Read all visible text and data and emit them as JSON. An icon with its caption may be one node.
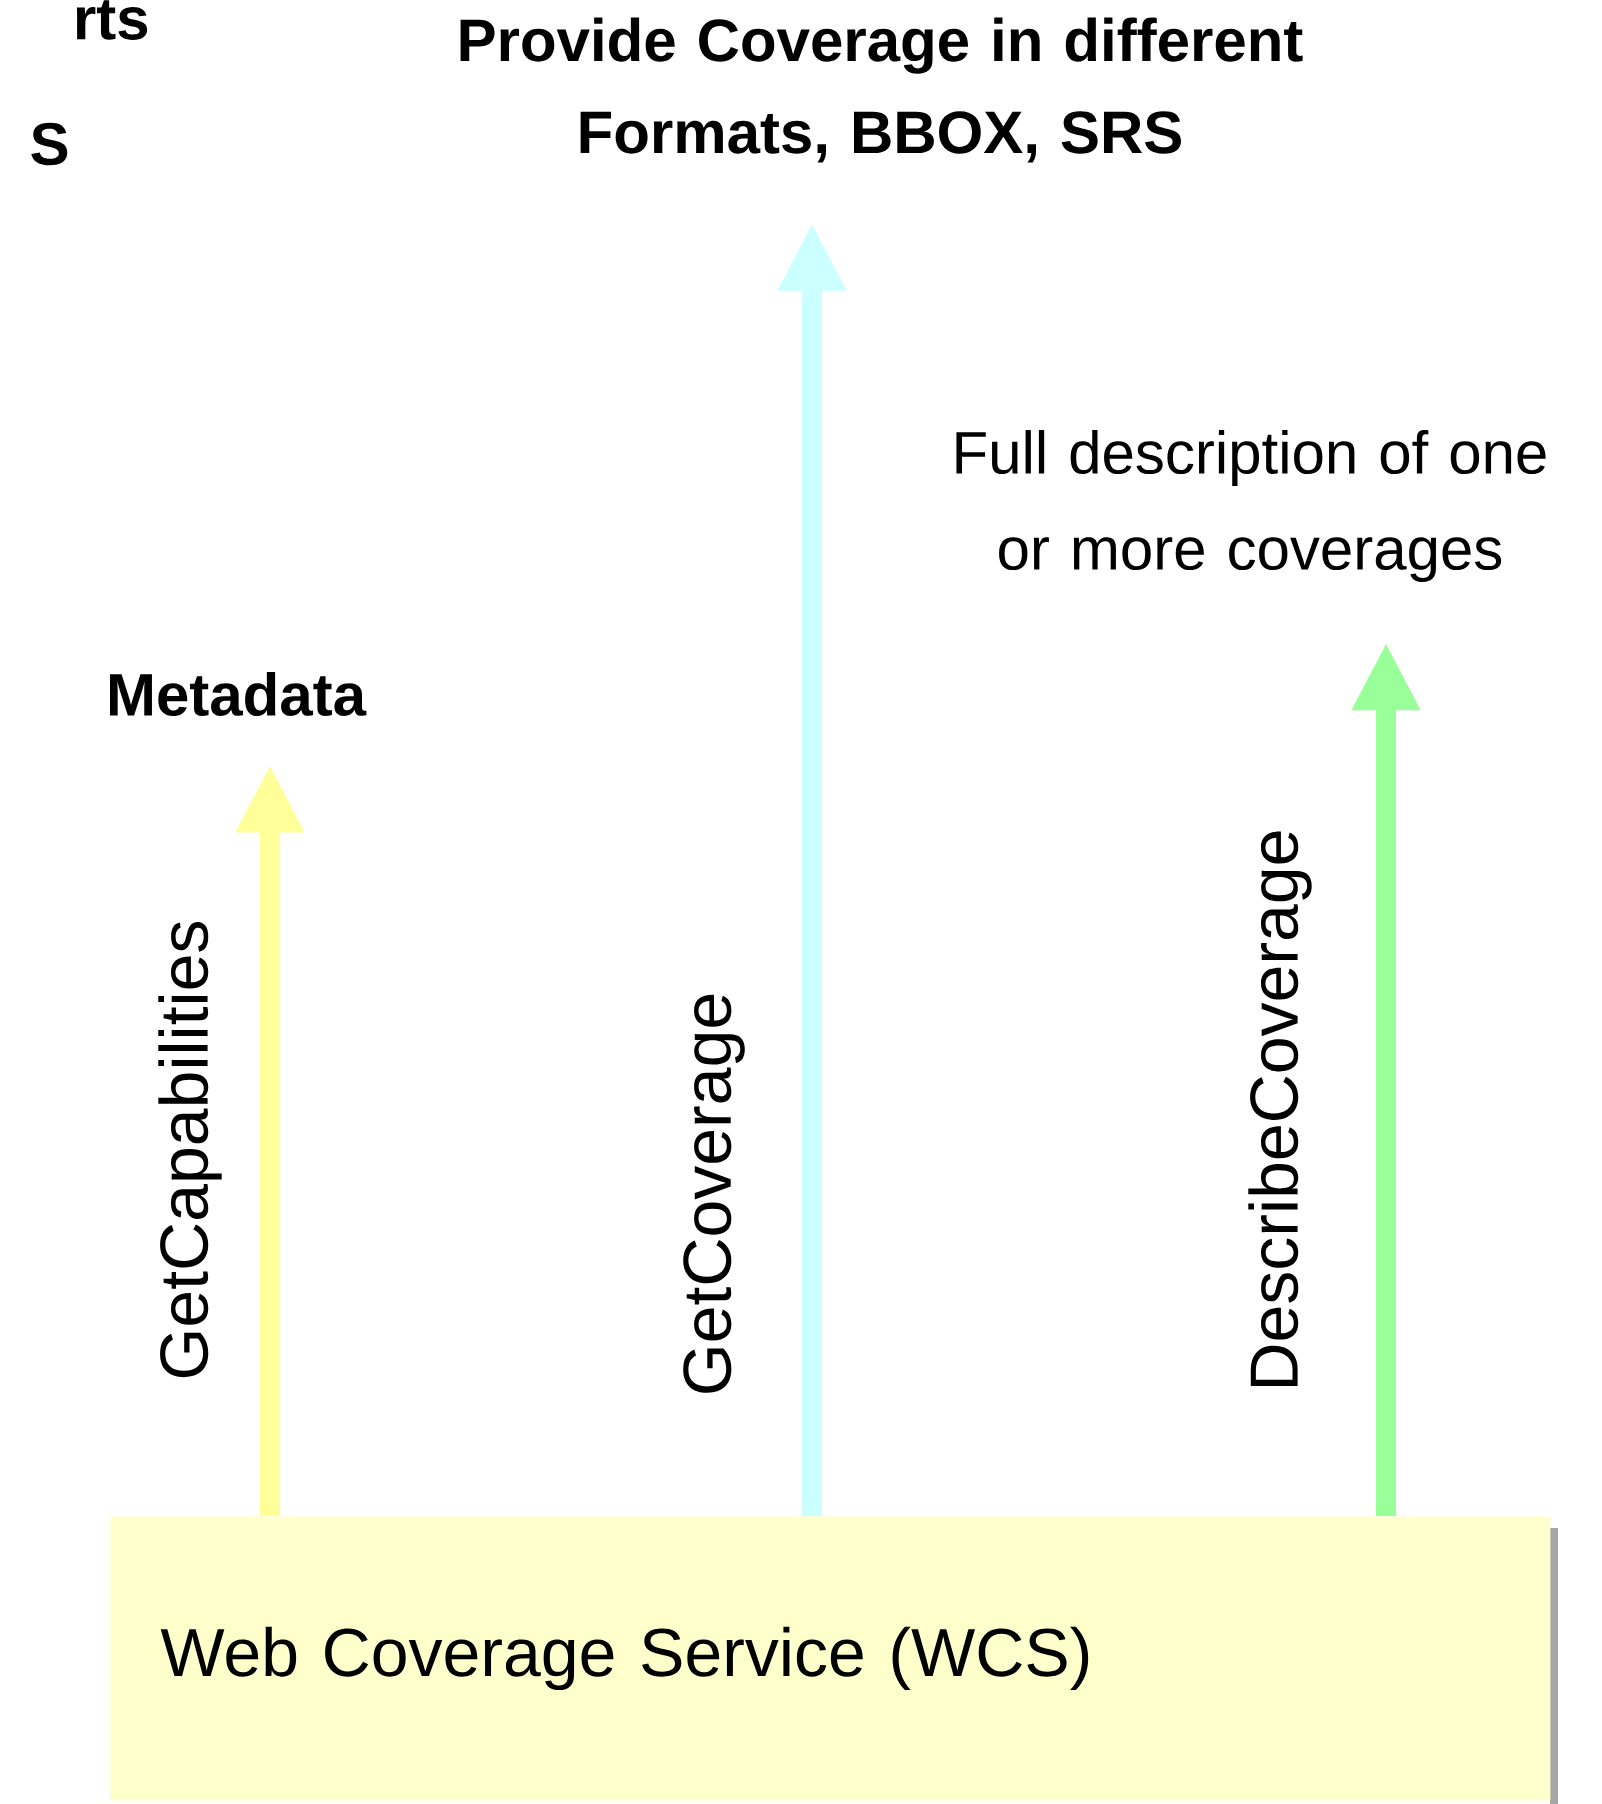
{
  "diagram": {
    "nodes": [
      {
        "text": [
          "Web Coverage Service (WCS)"
        ]
      },
      {
        "text": [
          "Metadata"
        ]
      },
      {
        "text": [
          "Provide Coverage in different Formats, BBOX, SRS"
        ]
      },
      {
        "text": [
          "Full description of one or more coverages"
        ]
      }
    ],
    "edges": [
      {
        "from": 0,
        "to": 1,
        "arrow": "to",
        "label": "GetCapabilities",
        "color": "#ffff99"
      },
      {
        "from": 0,
        "to": 2,
        "arrow": "to",
        "label": "GetCoverage",
        "color": "#ccffff"
      },
      {
        "from": 0,
        "to": 3,
        "arrow": "to",
        "label": "DescribeCoverage",
        "color": "#99ff99"
      }
    ],
    "labels": [
      "rts",
      "S"
    ]
  }
}
